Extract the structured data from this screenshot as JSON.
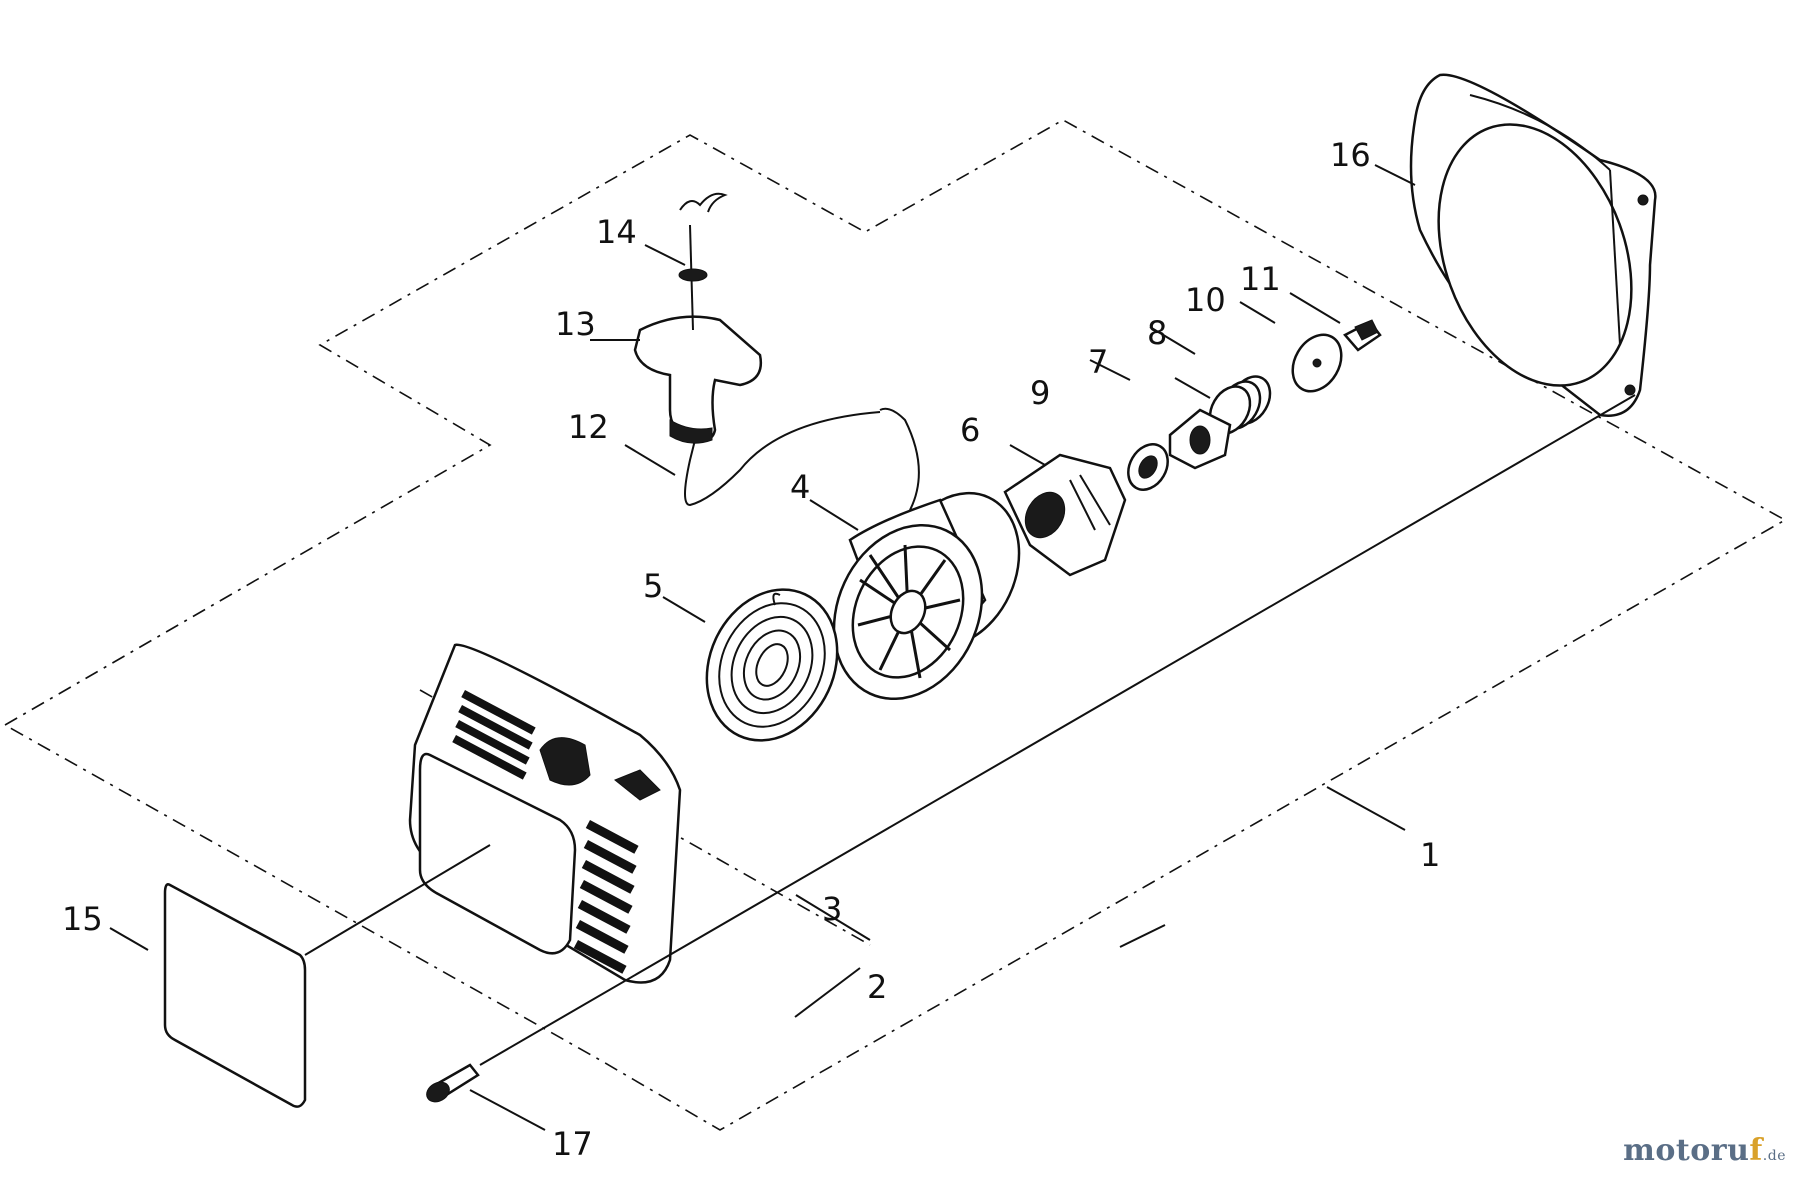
{
  "diagram": {
    "callouts": {
      "c1": "1",
      "c2": "2",
      "c3": "3",
      "c4": "4",
      "c5": "5",
      "c6": "6",
      "c7": "7",
      "c8": "8",
      "c9": "9",
      "c10": "10",
      "c11": "11",
      "c12": "12",
      "c13": "13",
      "c14": "14",
      "c15": "15",
      "c16": "16",
      "c17": "17"
    }
  },
  "watermark": {
    "brand_main": "motoru",
    "brand_accent": "f",
    "tld": ".de"
  },
  "colors": {
    "ink": "#111111",
    "brand": "#5a6e86",
    "accent": "#d9a12a",
    "background": "#ffffff"
  }
}
